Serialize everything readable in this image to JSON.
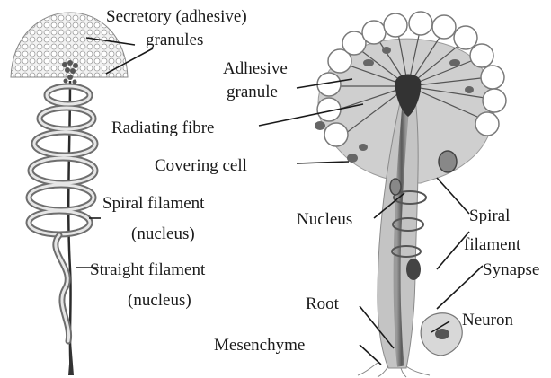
{
  "labels": {
    "secretory_line1": "Secretory (adhesive)",
    "secretory_line2": "granules",
    "adhesive_line1": "Adhesive",
    "adhesive_line2": "granule",
    "radiating_fibre": "Radiating fibre",
    "covering_cell": "Covering cell",
    "spiral_nucleus_line1": "Spiral filament",
    "spiral_nucleus_line2": "(nucleus)",
    "nucleus": "Nucleus",
    "spiral_filament_line1": "Spiral",
    "spiral_filament_line2": "filament",
    "straight_line1": "Straight filament",
    "straight_line2": "(nucleus)",
    "synapse": "Synapse",
    "root": "Root",
    "neuron": "Neuron",
    "mesenchyme": "Mesenchyme"
  }
}
